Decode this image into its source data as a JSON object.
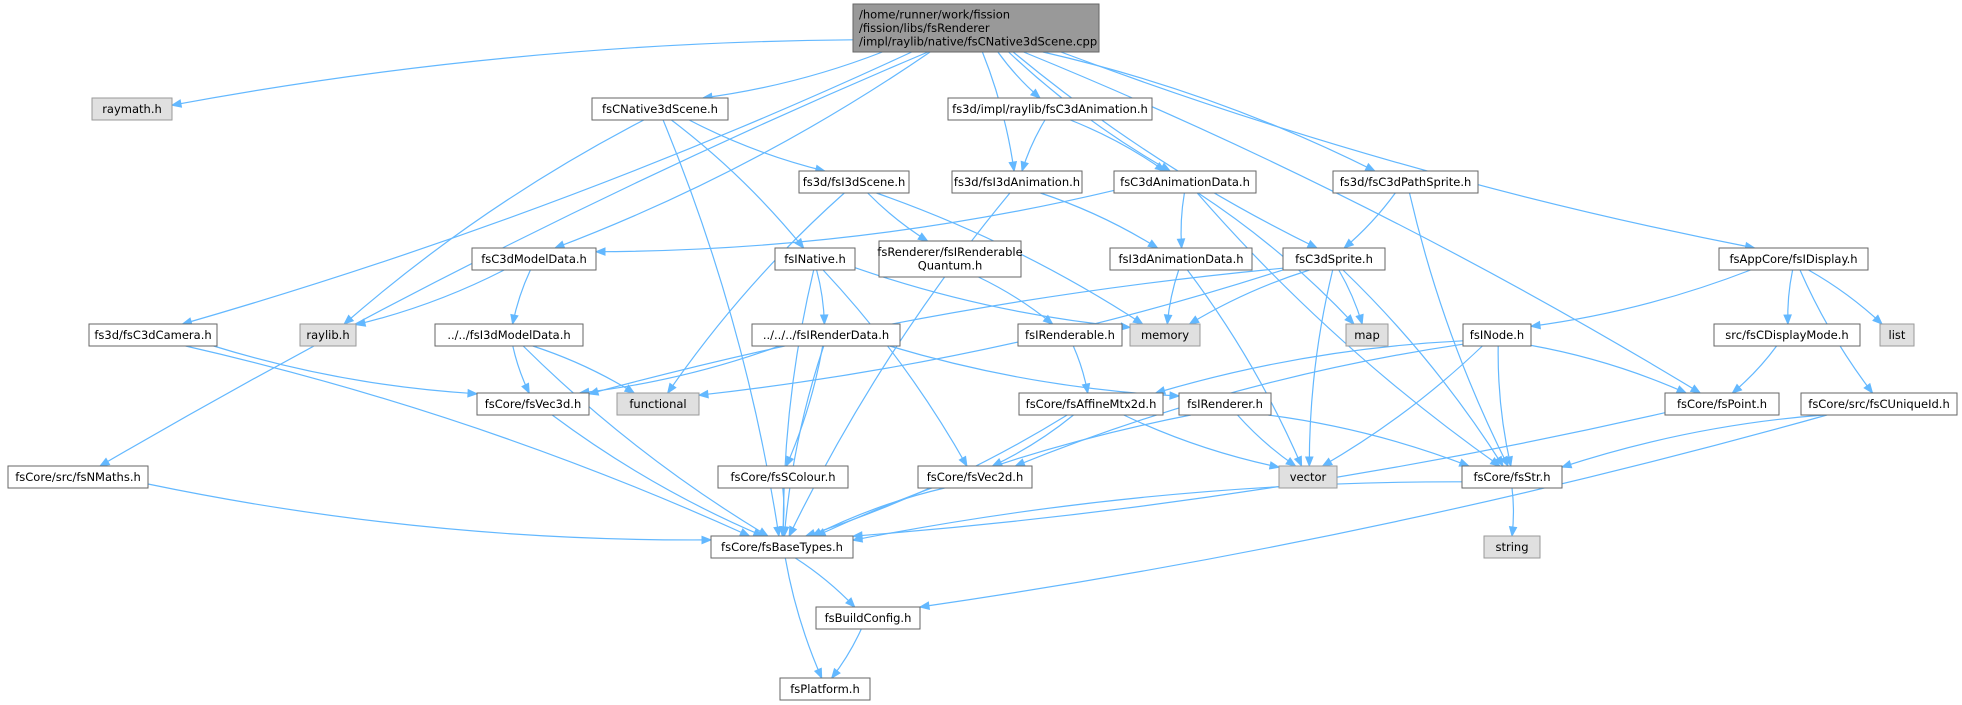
{
  "colors": {
    "edge": "#63b8ff",
    "root_fill": "#999999",
    "node_fill": "#ffffff",
    "system_fill": "#e0e0e0",
    "border": "#666666"
  },
  "nodes": [
    {
      "id": "root",
      "kind": "root",
      "lines": [
        "/home/runner/work/fission",
        "/fission/libs/fsRenderer",
        "/impl/raylib/native/fsCNative3dScene.cpp"
      ]
    },
    {
      "id": "raymath",
      "kind": "sys",
      "lines": [
        "raymath.h"
      ]
    },
    {
      "id": "cnative3dscene",
      "kind": "doc",
      "lines": [
        "fsCNative3dScene.h"
      ]
    },
    {
      "id": "c3danimation",
      "kind": "doc",
      "lines": [
        "fs3d/impl/raylib/fsC3dAnimation.h"
      ]
    },
    {
      "id": "i3dscene",
      "kind": "doc",
      "lines": [
        "fs3d/fsI3dScene.h"
      ]
    },
    {
      "id": "i3danimation",
      "kind": "doc",
      "lines": [
        "fs3d/fsI3dAnimation.h"
      ]
    },
    {
      "id": "c3danimationdata",
      "kind": "doc",
      "lines": [
        "fsC3dAnimationData.h"
      ]
    },
    {
      "id": "c3dpathsprite",
      "kind": "doc",
      "lines": [
        "fs3d/fsC3dPathSprite.h"
      ]
    },
    {
      "id": "iappdisplay",
      "kind": "doc",
      "lines": [
        "fsAppCore/fsIDisplay.h"
      ]
    },
    {
      "id": "c3dmodeldata",
      "kind": "doc",
      "lines": [
        "fsC3dModelData.h"
      ]
    },
    {
      "id": "inative",
      "kind": "doc",
      "lines": [
        "fsINative.h"
      ]
    },
    {
      "id": "irenderablequantum",
      "kind": "doc",
      "lines": [
        "fsRenderer/fsIRenderable",
        "Quantum.h"
      ]
    },
    {
      "id": "i3danimationdata",
      "kind": "doc",
      "lines": [
        "fsI3dAnimationData.h"
      ]
    },
    {
      "id": "c3dsprite",
      "kind": "doc",
      "lines": [
        "fsC3dSprite.h"
      ]
    },
    {
      "id": "c3dcamera",
      "kind": "doc",
      "lines": [
        "fs3d/fsC3dCamera.h"
      ]
    },
    {
      "id": "raylib",
      "kind": "sys",
      "lines": [
        "raylib.h"
      ]
    },
    {
      "id": "i3dmodeldata",
      "kind": "doc",
      "lines": [
        "../../fsI3dModelData.h"
      ]
    },
    {
      "id": "irenderdata",
      "kind": "doc",
      "lines": [
        "../../../fsIRenderData.h"
      ]
    },
    {
      "id": "irenderable",
      "kind": "doc",
      "lines": [
        "fsIRenderable.h"
      ]
    },
    {
      "id": "memory",
      "kind": "sys",
      "lines": [
        "memory"
      ]
    },
    {
      "id": "map",
      "kind": "sys",
      "lines": [
        "map"
      ]
    },
    {
      "id": "inode",
      "kind": "doc",
      "lines": [
        "fsINode.h"
      ]
    },
    {
      "id": "cdisplaymode",
      "kind": "doc",
      "lines": [
        "src/fsCDisplayMode.h"
      ]
    },
    {
      "id": "list",
      "kind": "sys",
      "lines": [
        "list"
      ]
    },
    {
      "id": "vec3d",
      "kind": "doc",
      "lines": [
        "fsCore/fsVec3d.h"
      ]
    },
    {
      "id": "functional",
      "kind": "sys",
      "lines": [
        "functional"
      ]
    },
    {
      "id": "affinemtx2d",
      "kind": "doc",
      "lines": [
        "fsCore/fsAffineMtx2d.h"
      ]
    },
    {
      "id": "irenderer",
      "kind": "doc",
      "lines": [
        "fsIRenderer.h"
      ]
    },
    {
      "id": "point",
      "kind": "doc",
      "lines": [
        "fsCore/fsPoint.h"
      ]
    },
    {
      "id": "cuniqueid",
      "kind": "doc",
      "lines": [
        "fsCore/src/fsCUniqueId.h"
      ]
    },
    {
      "id": "nmaths",
      "kind": "doc",
      "lines": [
        "fsCore/src/fsNMaths.h"
      ]
    },
    {
      "id": "scolour",
      "kind": "doc",
      "lines": [
        "fsCore/fsSColour.h"
      ]
    },
    {
      "id": "vec2d",
      "kind": "doc",
      "lines": [
        "fsCore/fsVec2d.h"
      ]
    },
    {
      "id": "vector",
      "kind": "sys",
      "lines": [
        "vector"
      ]
    },
    {
      "id": "str",
      "kind": "doc",
      "lines": [
        "fsCore/fsStr.h"
      ]
    },
    {
      "id": "string",
      "kind": "sys",
      "lines": [
        "string"
      ]
    },
    {
      "id": "basetypes",
      "kind": "doc",
      "lines": [
        "fsCore/fsBaseTypes.h"
      ]
    },
    {
      "id": "buildconfig",
      "kind": "doc",
      "lines": [
        "fsBuildConfig.h"
      ]
    },
    {
      "id": "platform",
      "kind": "doc",
      "lines": [
        "fsPlatform.h"
      ]
    }
  ],
  "edges": [
    [
      "root",
      "raymath"
    ],
    [
      "root",
      "cnative3dscene"
    ],
    [
      "root",
      "c3danimation"
    ],
    [
      "root",
      "i3danimation"
    ],
    [
      "root",
      "c3danimationdata"
    ],
    [
      "root",
      "c3dpathsprite"
    ],
    [
      "root",
      "iappdisplay"
    ],
    [
      "root",
      "c3dmodeldata"
    ],
    [
      "root",
      "c3dsprite"
    ],
    [
      "root",
      "c3dcamera"
    ],
    [
      "root",
      "nmaths"
    ],
    [
      "root",
      "point"
    ],
    [
      "cnative3dscene",
      "i3dscene"
    ],
    [
      "cnative3dscene",
      "inative"
    ],
    [
      "cnative3dscene",
      "raylib"
    ],
    [
      "cnative3dscene",
      "basetypes"
    ],
    [
      "c3danimation",
      "i3danimation"
    ],
    [
      "c3danimation",
      "c3danimationdata"
    ],
    [
      "i3dscene",
      "irenderablequantum"
    ],
    [
      "i3dscene",
      "memory"
    ],
    [
      "i3dscene",
      "functional"
    ],
    [
      "i3danimation",
      "i3danimationdata"
    ],
    [
      "i3danimation",
      "basetypes"
    ],
    [
      "c3danimationdata",
      "c3dmodeldata"
    ],
    [
      "c3danimationdata",
      "i3danimationdata"
    ],
    [
      "c3danimationdata",
      "map"
    ],
    [
      "c3danimationdata",
      "str"
    ],
    [
      "c3dpathsprite",
      "c3dsprite"
    ],
    [
      "c3dpathsprite",
      "str"
    ],
    [
      "iappdisplay",
      "inode"
    ],
    [
      "iappdisplay",
      "cdisplaymode"
    ],
    [
      "iappdisplay",
      "list"
    ],
    [
      "iappdisplay",
      "cuniqueid"
    ],
    [
      "c3dmodeldata",
      "raylib"
    ],
    [
      "c3dmodeldata",
      "i3dmodeldata"
    ],
    [
      "inative",
      "irenderdata"
    ],
    [
      "inative",
      "memory"
    ],
    [
      "inative",
      "vec2d"
    ],
    [
      "inative",
      "basetypes"
    ],
    [
      "irenderablequantum",
      "irenderable"
    ],
    [
      "i3danimationdata",
      "memory"
    ],
    [
      "i3danimationdata",
      "vector"
    ],
    [
      "c3dsprite",
      "memory"
    ],
    [
      "c3dsprite",
      "map"
    ],
    [
      "c3dsprite",
      "vector"
    ],
    [
      "c3dsprite",
      "str"
    ],
    [
      "c3dsprite",
      "vec3d"
    ],
    [
      "c3dsprite",
      "functional"
    ],
    [
      "c3dcamera",
      "vec3d"
    ],
    [
      "c3dcamera",
      "basetypes"
    ],
    [
      "i3dmodeldata",
      "vec3d"
    ],
    [
      "i3dmodeldata",
      "functional"
    ],
    [
      "i3dmodeldata",
      "basetypes"
    ],
    [
      "irenderdata",
      "vec3d"
    ],
    [
      "irenderdata",
      "irenderer"
    ],
    [
      "irenderdata",
      "scolour"
    ],
    [
      "irenderdata",
      "basetypes"
    ],
    [
      "irenderable",
      "affinemtx2d"
    ],
    [
      "inode",
      "affinemtx2d"
    ],
    [
      "inode",
      "vector"
    ],
    [
      "inode",
      "str"
    ],
    [
      "inode",
      "point"
    ],
    [
      "inode",
      "vec2d"
    ],
    [
      "cdisplaymode",
      "point"
    ],
    [
      "vec3d",
      "basetypes"
    ],
    [
      "affinemtx2d",
      "vec2d"
    ],
    [
      "affinemtx2d",
      "vector"
    ],
    [
      "affinemtx2d",
      "basetypes"
    ],
    [
      "irenderer",
      "vector"
    ],
    [
      "irenderer",
      "str"
    ],
    [
      "irenderer",
      "basetypes"
    ],
    [
      "point",
      "basetypes"
    ],
    [
      "cuniqueid",
      "str"
    ],
    [
      "cuniqueid",
      "buildconfig"
    ],
    [
      "nmaths",
      "basetypes"
    ],
    [
      "scolour",
      "basetypes"
    ],
    [
      "vec2d",
      "basetypes"
    ],
    [
      "str",
      "string"
    ],
    [
      "str",
      "basetypes"
    ],
    [
      "basetypes",
      "buildconfig"
    ],
    [
      "basetypes",
      "platform"
    ],
    [
      "buildconfig",
      "platform"
    ]
  ]
}
